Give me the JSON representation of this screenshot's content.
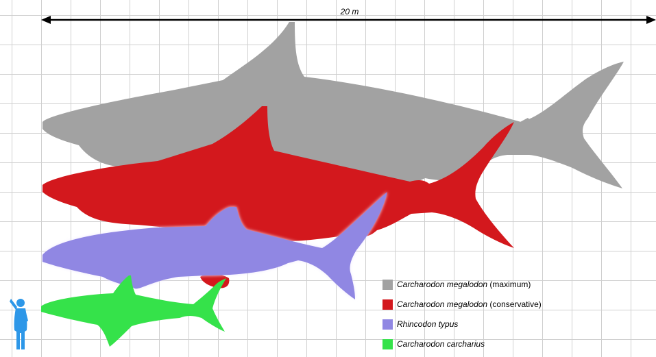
{
  "scale_bar": {
    "label": "20 m"
  },
  "colors": {
    "max": "#a2a2a2",
    "conservative": "#d3181d",
    "whale_shark": "#9087e3",
    "great_white": "#35e24a",
    "human": "#2d97e8"
  },
  "legend": [
    {
      "species": "Carcharodon megalodon",
      "note": " (maximum)",
      "color": "#a2a2a2"
    },
    {
      "species": "Carcharodon megalodon",
      "note": " (conservative)",
      "color": "#d3181d"
    },
    {
      "species": "Rhincodon typus",
      "note": "",
      "color": "#9087e3"
    },
    {
      "species": "Carcharodon carcharius",
      "note": "",
      "color": "#35e24a"
    }
  ]
}
